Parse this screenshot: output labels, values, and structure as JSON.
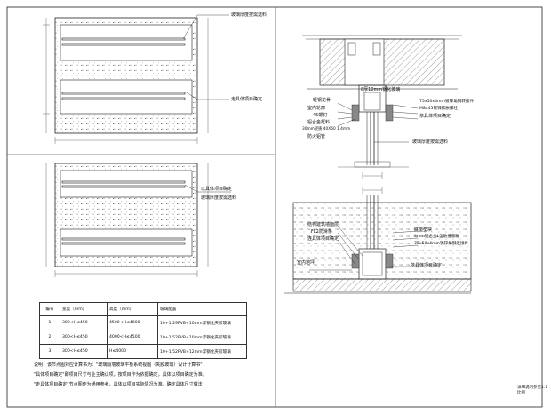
{
  "callouts": {
    "upper_left_top": "玻璃厚度按需选料",
    "upper_left_mid": "走具体项目确定",
    "lower_left_a": "以具体项目确定",
    "lower_left_b": "玻璃厚度按需选料",
    "right_top_a": "轻钢龙骨",
    "right_top_b": "室内轮廓",
    "right_top_c": "45螺钉",
    "right_top_d": "铝合金框料",
    "right_top_e": "30mm轻质 40X60 1.4mm",
    "right_top_f": "防火铝管",
    "right_top_g": "8厚10mm钢化玻璃",
    "right_top_h": "75x50x4mm镀锌角钢转接件",
    "right_top_i": "M8x45镀锌膨胀螺栓",
    "right_top_j": "依具体项目确定",
    "right_mid": "玻璃厚度按需选料",
    "right_bot_a": "结构建筑墙面层",
    "right_bot_b": "FL2防滑条",
    "right_bot_c": "连具体项目确定",
    "right_bot_d": "室内地坪",
    "right_bot_e": "底座垫块",
    "right_bot_f": "4mm铝合金L型防撞钢板",
    "right_bot_g": "75x50x4mm镀锌角钢连接件",
    "right_bot_h": "依具体项目确定"
  },
  "table": {
    "headers": [
      "编号",
      "宽度（mm）",
      "高度（mm）",
      "玻璃配置"
    ],
    "rows": [
      [
        "1",
        "300<H≤450",
        "4500<H≤4800",
        "10+1.29PVB+10mm浮钢化夹胶玻璃"
      ],
      [
        "2",
        "300<H≤450",
        "4000<H≤4500",
        "10+1.52PVB+10mm浮钢化夹胶玻璃"
      ],
      [
        "3",
        "300<H≤450",
        "H≤4000",
        "10+1.52PVB+12mm浮钢化夹胶玻璃"
      ]
    ]
  },
  "notes": [
    "说明：该节点图对应计算书为：\"玻璃隔墙玻璃平板系统视图（夹胶玻璃）设计计算书\"",
    "\"具体项目确定\"即项目尺寸与业主确认项，按项目作为依据确定，具体以项目确定为准。",
    "\"走具体项目确定\"节点图作为通用参考，具体以项目实际情况为准，确定具体尺寸做法"
  ],
  "scale_label": "详细说明参见1:1比例"
}
